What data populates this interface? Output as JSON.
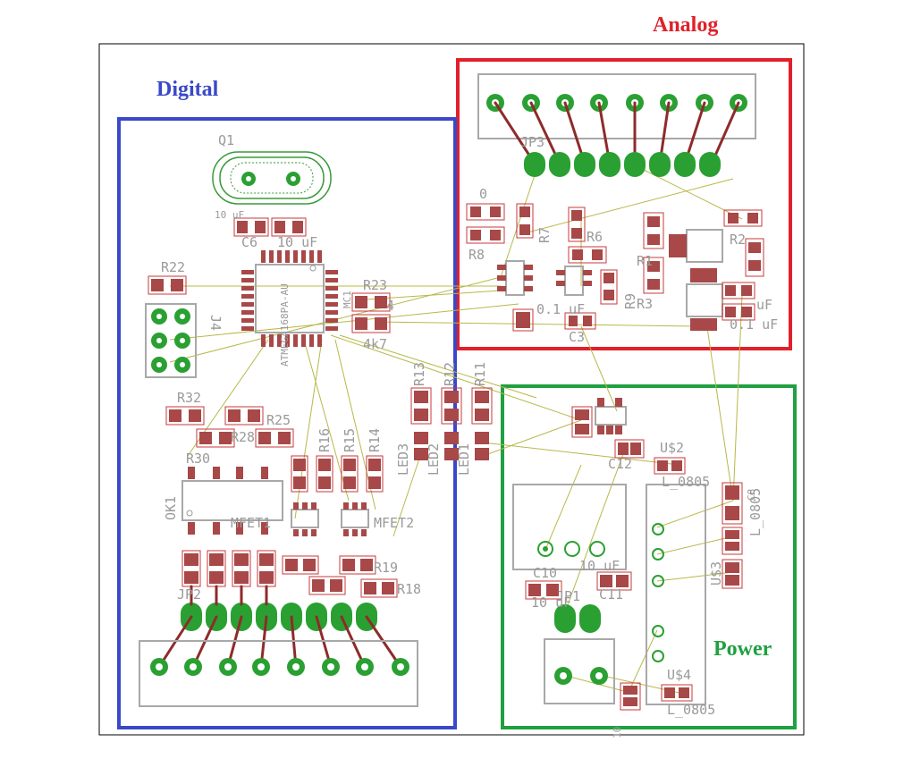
{
  "regions": {
    "analog": {
      "label": "Analog",
      "color": "#e0202a"
    },
    "digital": {
      "label": "Digital",
      "color": "#3a48c8"
    },
    "power": {
      "label": "Power",
      "color": "#20a040"
    }
  },
  "colors": {
    "board_outline": "#000000",
    "silkscreen": "#9a9a9a",
    "pad": "#a84848",
    "trace": "#8e2b2b",
    "pin": "#2aa033",
    "airwire": "#b8b84a"
  },
  "labels": {
    "q1": "Q1",
    "mc1": "MC1",
    "atmega": "ATMEGA168PA-AU",
    "c6": "C6",
    "cap_10uf_a": "10 uF",
    "cap_10uf_b": "10 uF",
    "r22": "R22",
    "r23": "R23",
    "j4": "J4",
    "r4": "4",
    "val_4k7": "4k7",
    "r32": "R32",
    "r28": "R28",
    "r25": "R25",
    "r30": "R30",
    "ok1": "OK1",
    "mfet1": "MFET1",
    "mfet2": "MFET2",
    "r13": "R13",
    "r12": "R12",
    "r11": "R11",
    "led3": "LED3",
    "led2": "LED2",
    "led1": "LED1",
    "r16": "R16",
    "r15": "R15",
    "r14": "R14",
    "r19": "R19",
    "r18": "R18",
    "jp2": "JP2",
    "jp3": "JP3",
    "r0": "0",
    "r8": "R8",
    "r7": "R7",
    "r9": "R9",
    "r3": "R3",
    "r1": "R1",
    "r2": "R2",
    "r6": "R6",
    "c3": "C3",
    "cap_01uf_a": "0.1 uF",
    "cap_01uf_b": "0.1 uF",
    "cap_uf": "uF",
    "c12": "C12",
    "u2": "U$2",
    "l0805_a": "L_0805",
    "l0805_b": "L_0805",
    "l0805_c": "L_0805",
    "c8": "C8",
    "c10": "C10",
    "c11": "C11",
    "cap_10uf_c": "10 uF",
    "cap_10uf_d": "10 uF",
    "u3": "U$3",
    "u4": "U$4",
    "jp1": "JP1",
    "val_10": "10"
  }
}
